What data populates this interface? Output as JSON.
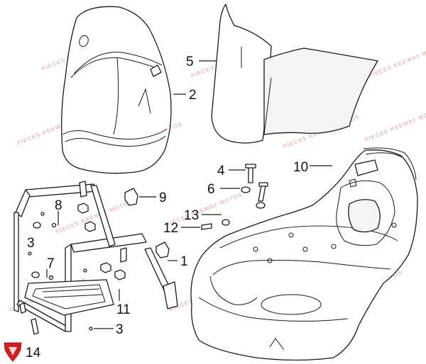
{
  "diagram": {
    "watermark_text": "PIECES KEEWAY MOTOS",
    "colors": {
      "line": "#1a1a1a",
      "watermark": "#e6bcbc",
      "logo": "#d11f1f"
    },
    "callouts": [
      {
        "id": "c1",
        "label": "1"
      },
      {
        "id": "c2",
        "label": "2"
      },
      {
        "id": "c3a",
        "label": "3"
      },
      {
        "id": "c3b",
        "label": "3"
      },
      {
        "id": "c4",
        "label": "4"
      },
      {
        "id": "c5",
        "label": "5"
      },
      {
        "id": "c6",
        "label": "6"
      },
      {
        "id": "c7",
        "label": "7"
      },
      {
        "id": "c8",
        "label": "8"
      },
      {
        "id": "c9",
        "label": "9"
      },
      {
        "id": "c10",
        "label": "10"
      },
      {
        "id": "c11",
        "label": "11"
      },
      {
        "id": "c12",
        "label": "12"
      },
      {
        "id": "c13",
        "label": "13"
      },
      {
        "id": "c14",
        "label": "14"
      }
    ]
  }
}
